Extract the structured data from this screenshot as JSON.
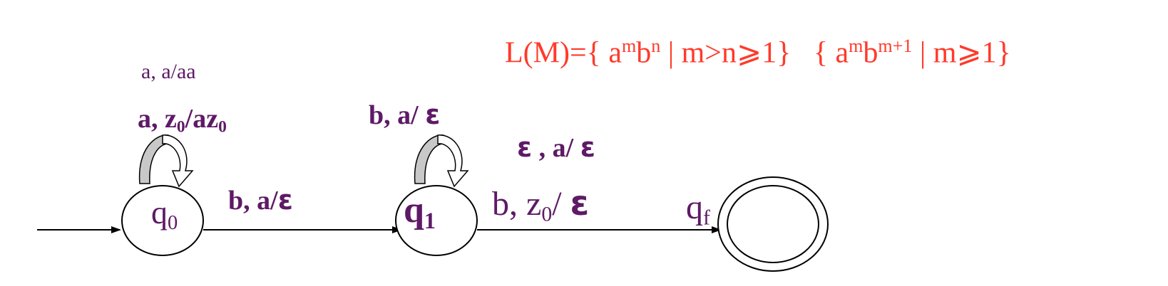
{
  "language": {
    "lhs": "L(M)={ a",
    "set1_m": "m",
    "set1_b": "b",
    "set1_n": "n",
    "set1_cond": " | m>n⩾1}",
    "set2_open": "{ a",
    "set2_m": "m",
    "set2_b": "b",
    "set2_exp": "m+1",
    "set2_cond": " | m⩾1}"
  },
  "states": {
    "q0": {
      "letter": "q",
      "index": "0"
    },
    "q1": {
      "letter": "q",
      "index": "1"
    },
    "qf": {
      "letter": "q",
      "index": "f"
    }
  },
  "transitions": {
    "q0_loop_top": "a, a/aa",
    "q0_loop_bottom": {
      "part1": "a, z",
      "part2": "0",
      "part3": "/az",
      "part4": "0"
    },
    "q0_to_q1": {
      "text": "b, a/",
      "eps": "ε"
    },
    "q1_loop": {
      "text": "b, a/ ",
      "eps": "ε"
    },
    "q1_to_qf_upper": {
      "eps1": "ε",
      "text": " , a/ ",
      "eps2": "ε"
    },
    "q1_to_qf_lower": {
      "part1": "b,  z",
      "part2": "0",
      "part3": "/ ",
      "eps": "ε"
    }
  },
  "colors": {
    "label": "#5e1a66",
    "language": "#ff3a2a",
    "stroke": "#000000",
    "loop_fill": "#c8c8c8"
  },
  "icons": {
    "initial_arrow": "arrow-right-icon",
    "self_loop": "curved-arrow-loop-icon"
  }
}
